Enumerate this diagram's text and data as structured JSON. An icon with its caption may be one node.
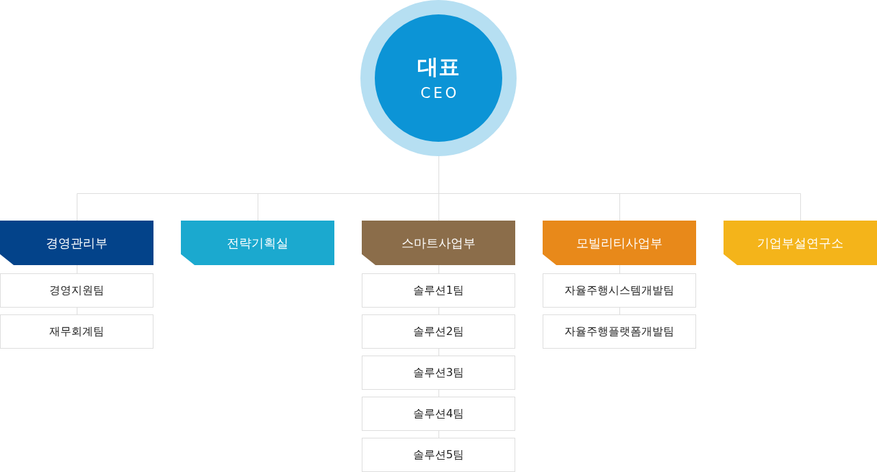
{
  "diagram": {
    "nodes": [
      {
        "text": [
          "대표",
          "CEO"
        ]
      },
      {
        "text": [
          "경영관리부"
        ]
      },
      {
        "text": [
          "전략기획실"
        ]
      },
      {
        "text": [
          "스마트사업부"
        ]
      },
      {
        "text": [
          "모빌리티사업부"
        ]
      },
      {
        "text": [
          "기업부설연구소"
        ]
      },
      {
        "text": [
          "경영지원팀"
        ]
      },
      {
        "text": [
          "재무회계팀"
        ]
      },
      {
        "text": [
          "솔루션1팀"
        ]
      },
      {
        "text": [
          "솔루션2팀"
        ]
      },
      {
        "text": [
          "솔루션3팀"
        ]
      },
      {
        "text": [
          "솔루션4팀"
        ]
      },
      {
        "text": [
          "솔루션5팀"
        ]
      },
      {
        "text": [
          "자율주행시스템개발팀"
        ]
      },
      {
        "text": [
          "자율주행플랫폼개발팀"
        ]
      }
    ],
    "edges": [
      {
        "from": 0,
        "to": 1,
        "arrow": "none"
      },
      {
        "from": 0,
        "to": 2,
        "arrow": "none"
      },
      {
        "from": 0,
        "to": 3,
        "arrow": "none"
      },
      {
        "from": 0,
        "to": 4,
        "arrow": "none"
      },
      {
        "from": 0,
        "to": 5,
        "arrow": "none"
      },
      {
        "from": 1,
        "to": 6,
        "arrow": "none"
      },
      {
        "from": 6,
        "to": 7,
        "arrow": "none"
      },
      {
        "from": 3,
        "to": 8,
        "arrow": "none"
      },
      {
        "from": 8,
        "to": 9,
        "arrow": "none"
      },
      {
        "from": 9,
        "to": 10,
        "arrow": "none"
      },
      {
        "from": 10,
        "to": 11,
        "arrow": "none"
      },
      {
        "from": 11,
        "to": 12,
        "arrow": "none"
      },
      {
        "from": 4,
        "to": 13,
        "arrow": "none"
      },
      {
        "from": 13,
        "to": 14,
        "arrow": "none"
      }
    ]
  }
}
